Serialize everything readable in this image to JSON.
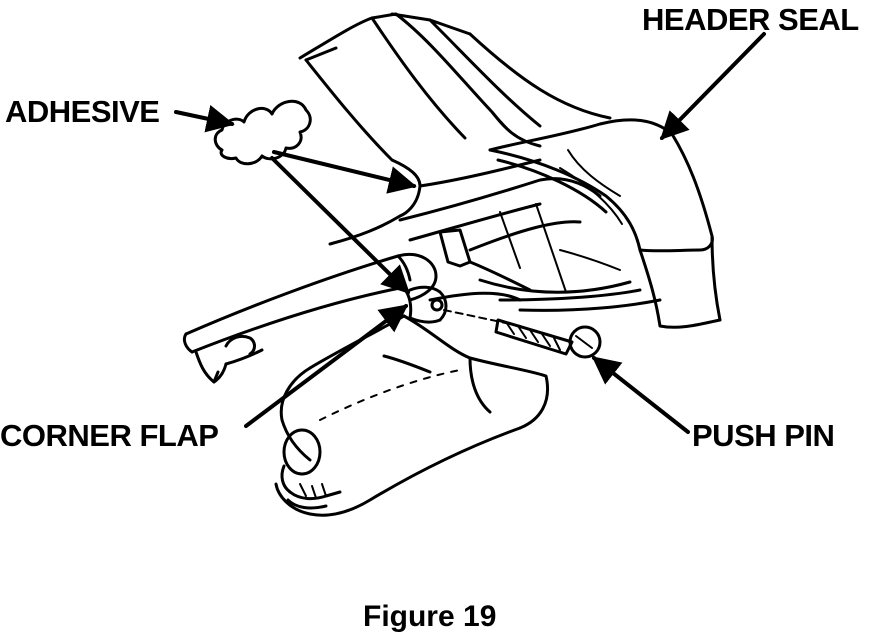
{
  "labels": {
    "header_seal": "HEADER SEAL",
    "adhesive": "ADHESIVE",
    "corner_flap": "CORNER FLAP",
    "push_pin": "PUSH PIN"
  },
  "caption": "Figure 19",
  "colors": {
    "ink": "#000000",
    "background": "#ffffff"
  }
}
